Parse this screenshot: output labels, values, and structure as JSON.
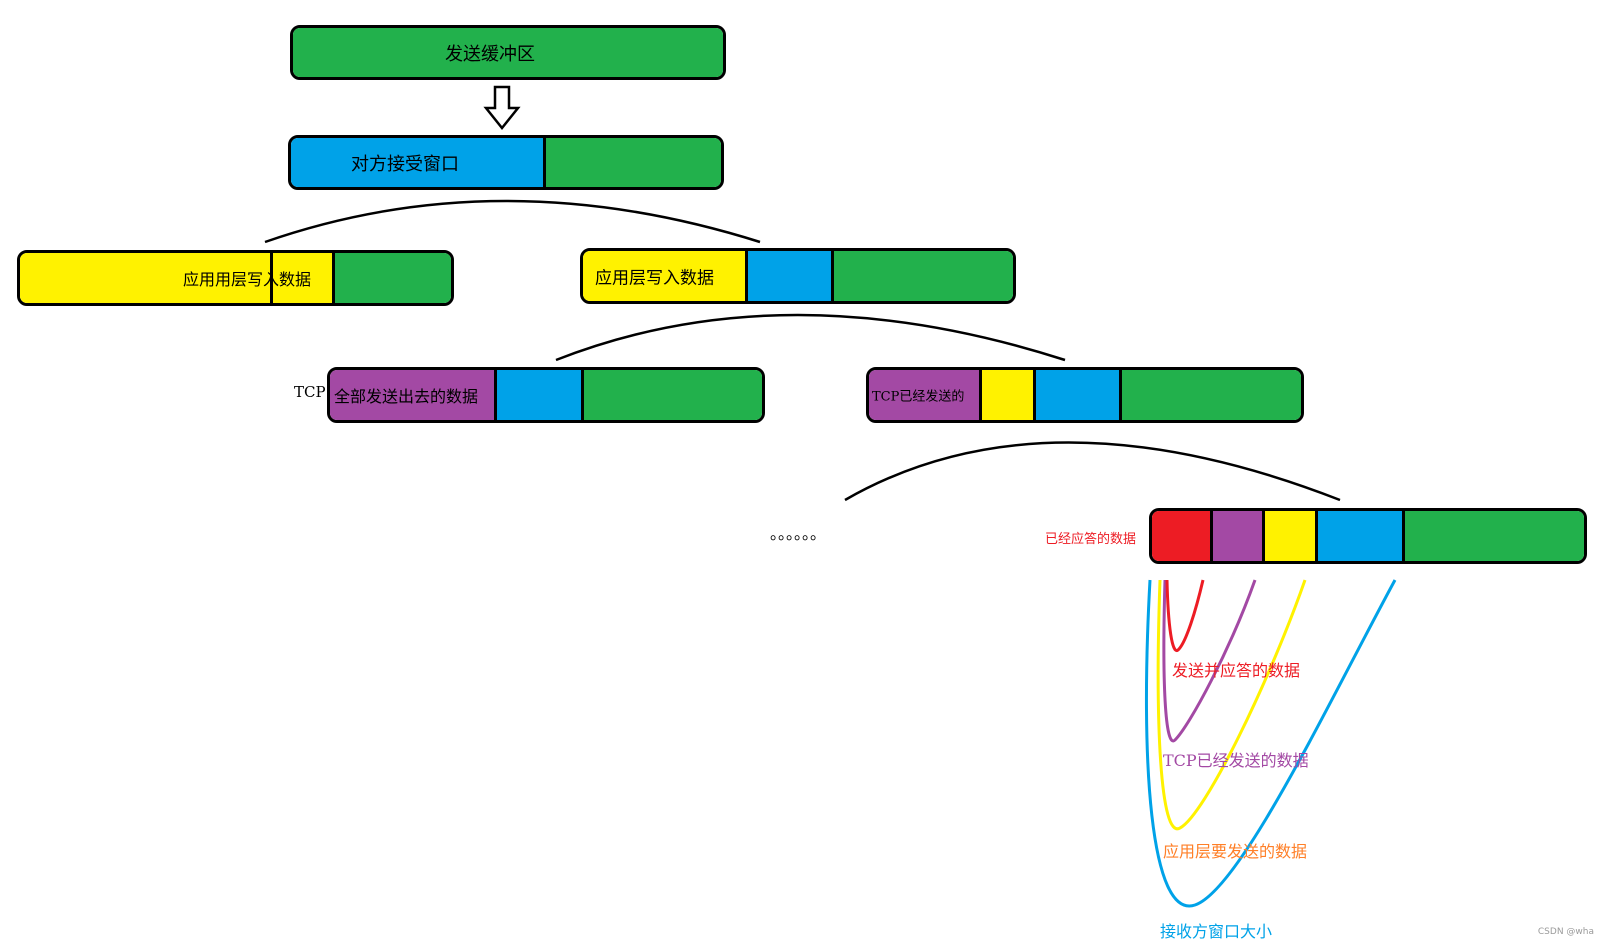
{
  "colors": {
    "green": "#22b14c",
    "blue": "#00a2e8",
    "yellow": "#fff200",
    "purple": "#a349a4",
    "red": "#ed1c24",
    "orange": "#ff7f27"
  },
  "bars": {
    "send_buffer": {
      "label": "发送缓冲区"
    },
    "peer_window": {
      "label": "对方接受窗口"
    },
    "app_write_left": {
      "label": "应用用层写入数据"
    },
    "app_write_right": {
      "label": "应用层写入数据"
    },
    "tcp_all_sent": {
      "label": "全部发送出去的数据",
      "prefix": "TCP"
    },
    "tcp_sent": {
      "label": "TCP已经发送的"
    },
    "final": {
      "side_label": "已经应答的数据"
    }
  },
  "ellipsis": "。。。。。。",
  "legend": {
    "acked": "发送并应答的数据",
    "tcp_sent": "TCP已经发送的数据",
    "app_data": "应用层要发送的数据",
    "recv_window": "接收方窗口大小"
  },
  "watermark": "CSDN @wha"
}
